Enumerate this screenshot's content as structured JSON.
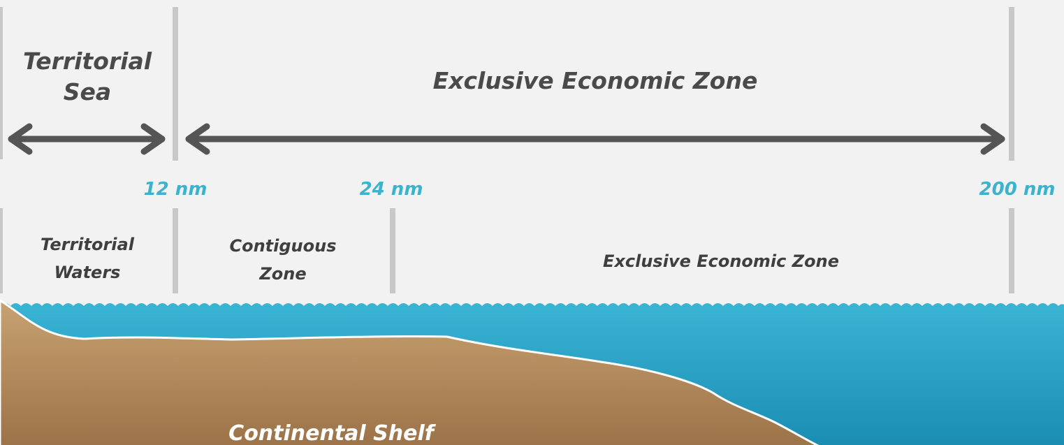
{
  "upper_zones": {
    "territorial_sea": {
      "line1": "Territorial",
      "line2": "Sea"
    },
    "exclusive_economic_zone": "Exclusive Economic Zone"
  },
  "distance_markers": {
    "nm12": "12 nm",
    "nm24": "24 nm",
    "nm200": "200 nm"
  },
  "lower_zones": {
    "territorial_waters": {
      "line1": "Territorial",
      "line2": "Waters"
    },
    "contiguous_zone": {
      "line1": "Contiguous",
      "line2": "Zone"
    },
    "exclusive_economic_zone": "Exclusive Economic Zone"
  },
  "seabed": {
    "continental_shelf": "Continental Shelf"
  },
  "colors": {
    "background": "#f2f2f2",
    "divider": "#c8c8c8",
    "arrow": "#555555",
    "distance_text": "#3bb3cf",
    "water_top": "#3ab4d4",
    "water_bottom": "#1b8db3",
    "land_top": "#c8a272",
    "land_bottom": "#9c7248"
  }
}
